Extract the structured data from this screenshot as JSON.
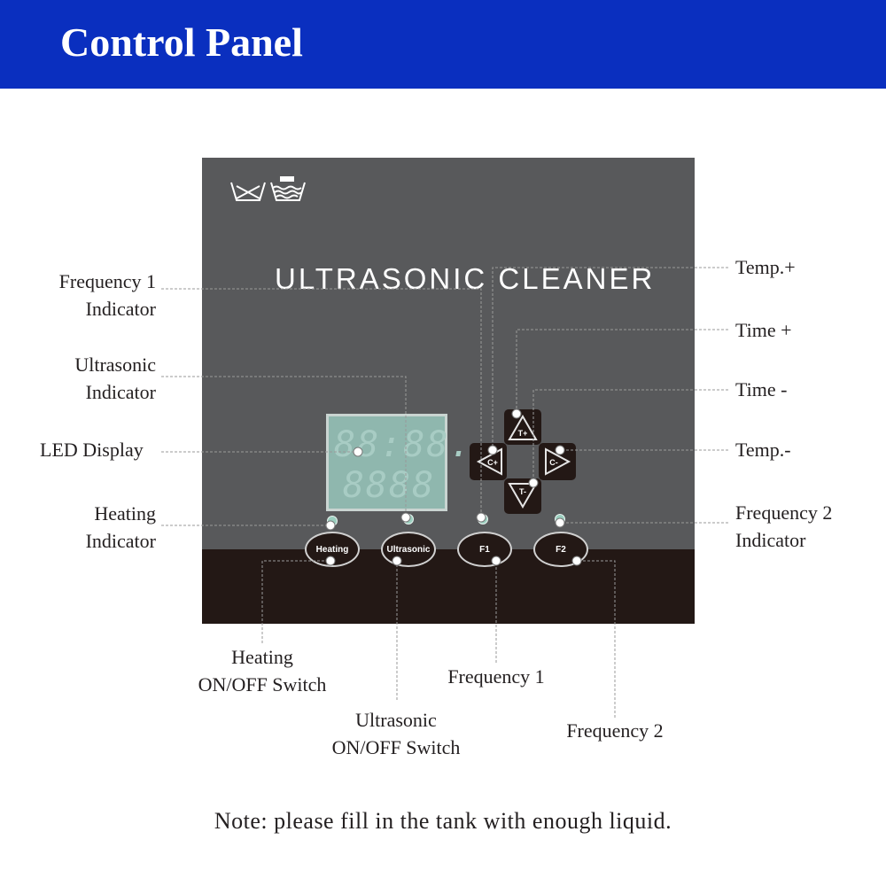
{
  "header": {
    "title": "Control Panel"
  },
  "panel": {
    "brand": "ULTRASONIC CLEANER",
    "display": {
      "row1": "88:88.",
      "row2": "8888"
    },
    "buttons": {
      "heating": "Heating",
      "ultrasonic": "Ultrasonic",
      "f1": "F1",
      "f2": "F2"
    },
    "dpad": {
      "up": "T+",
      "left": "C+",
      "right": "C-",
      "down": "T-"
    }
  },
  "labels": {
    "freq1_indicator": [
      "Frequency 1",
      "Indicator"
    ],
    "ultrasonic_indicator": [
      "Ultrasonic",
      "Indicator"
    ],
    "led_display": "LED Display",
    "heating_indicator": [
      "Heating",
      "Indicator"
    ],
    "temp_plus": "Temp.+",
    "time_plus": "Time +",
    "time_minus": "Time -",
    "temp_minus": "Temp.-",
    "freq2_indicator": [
      "Frequency 2",
      "Indicator"
    ],
    "heating_switch": [
      "Heating",
      "ON/OFF Switch"
    ],
    "ultrasonic_switch": [
      "Ultrasonic",
      "ON/OFF Switch"
    ],
    "frequency1": "Frequency 1",
    "frequency2": "Frequency 2"
  },
  "note": "Note: please fill in the tank with enough liquid.",
  "colors": {
    "header_bg": "#0a2fbf",
    "panel_top": "#58595b",
    "panel_bottom": "#231815",
    "lcd": "#8fb7ae",
    "indicator_led": "#9bcfbf"
  }
}
